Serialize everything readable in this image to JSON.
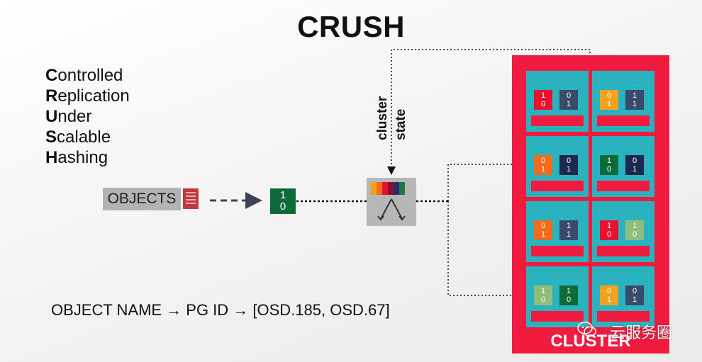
{
  "title": "CRUSH",
  "acronym": [
    {
      "initial": "C",
      "rest": "ontrolled"
    },
    {
      "initial": "R",
      "rest": "eplication"
    },
    {
      "initial": "U",
      "rest": "nder"
    },
    {
      "initial": "S",
      "rest": "calable"
    },
    {
      "initial": "H",
      "rest": "ashing"
    }
  ],
  "objects_label": "OBJECTS",
  "pg": {
    "top": "1",
    "bottom": "0",
    "color": "#0f6a3a"
  },
  "cluster_state": {
    "line1": "cluster",
    "line2": "state"
  },
  "crush_colors": [
    "#f6a01a",
    "#f26b1d",
    "#e5122f",
    "#8b0f2b",
    "#2f2a6b",
    "#1d7a43"
  ],
  "formula": "OBJECT NAME → PG ID → [OSD.185, OSD.67]",
  "cluster_label": "CLUSTER",
  "watermark": "云服务圈",
  "colors": {
    "cluster": "#f01b3f",
    "host": "#2ab3bf",
    "crush_box": "#b7b7b7"
  },
  "cells": [
    {
      "osds": [
        {
          "top": "1",
          "bottom": "0",
          "color": "#e8122f"
        },
        {
          "top": "0",
          "bottom": "1",
          "color": "#3a4a6a"
        }
      ]
    },
    {
      "osds": [
        {
          "top": "0",
          "bottom": "1",
          "color": "#f2a21c"
        },
        {
          "top": "1",
          "bottom": "1",
          "color": "#3a4a6a"
        }
      ]
    },
    {
      "osds": [
        {
          "top": "0",
          "bottom": "1",
          "color": "#f46a1b"
        },
        {
          "top": "0",
          "bottom": "1",
          "color": "#1d2850"
        }
      ]
    },
    {
      "osds": [
        {
          "top": "1",
          "bottom": "0",
          "color": "#0f6a3a"
        },
        {
          "top": "0",
          "bottom": "1",
          "color": "#1d2850"
        }
      ]
    },
    {
      "osds": [
        {
          "top": "0",
          "bottom": "1",
          "color": "#f46a1b"
        },
        {
          "top": "1",
          "bottom": "1",
          "color": "#3a4a6a"
        }
      ]
    },
    {
      "osds": [
        {
          "top": "1",
          "bottom": "0",
          "color": "#e8122f"
        },
        {
          "top": "1",
          "bottom": "0",
          "color": "#8fbe7a"
        }
      ]
    },
    {
      "osds": [
        {
          "top": "1",
          "bottom": "0",
          "color": "#8fbe7a"
        },
        {
          "top": "1",
          "bottom": "0",
          "color": "#0f6a3a"
        }
      ]
    },
    {
      "osds": [
        {
          "top": "0",
          "bottom": "1",
          "color": "#f2a21c"
        },
        {
          "top": "0",
          "bottom": "1",
          "color": "#3a4a6a"
        }
      ]
    }
  ]
}
